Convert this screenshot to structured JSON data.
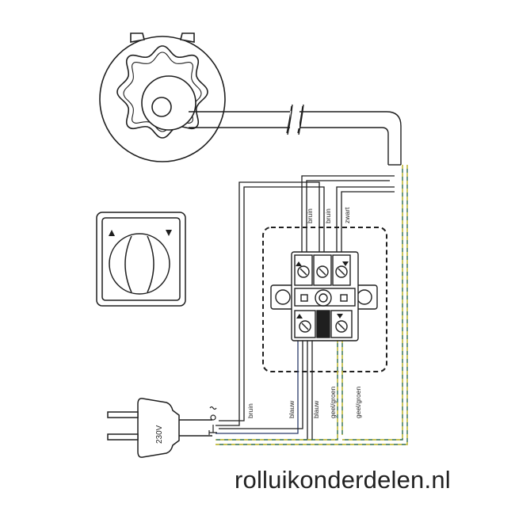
{
  "wires": {
    "top_left": "bruin",
    "top_middle": "bruin",
    "top_right": "zwart",
    "bottom_1": "bruin",
    "bottom_2": "blauw",
    "bottom_3": "blauw",
    "bottom_4": "geel/groen",
    "bottom_5": "geel/groen"
  },
  "plug": {
    "voltage": "230V"
  },
  "watermark": "rolluikonderdelen.nl",
  "colors": {
    "line": "#1f1f1f",
    "earth_green": "#2e6b4a",
    "earth_yellow": "#d9c63a",
    "switch_plate_fill": "#ffffff",
    "motor_fill": "#ffffff"
  },
  "icons": {
    "up": "up-triangle-icon",
    "down": "down-triangle-icon"
  }
}
